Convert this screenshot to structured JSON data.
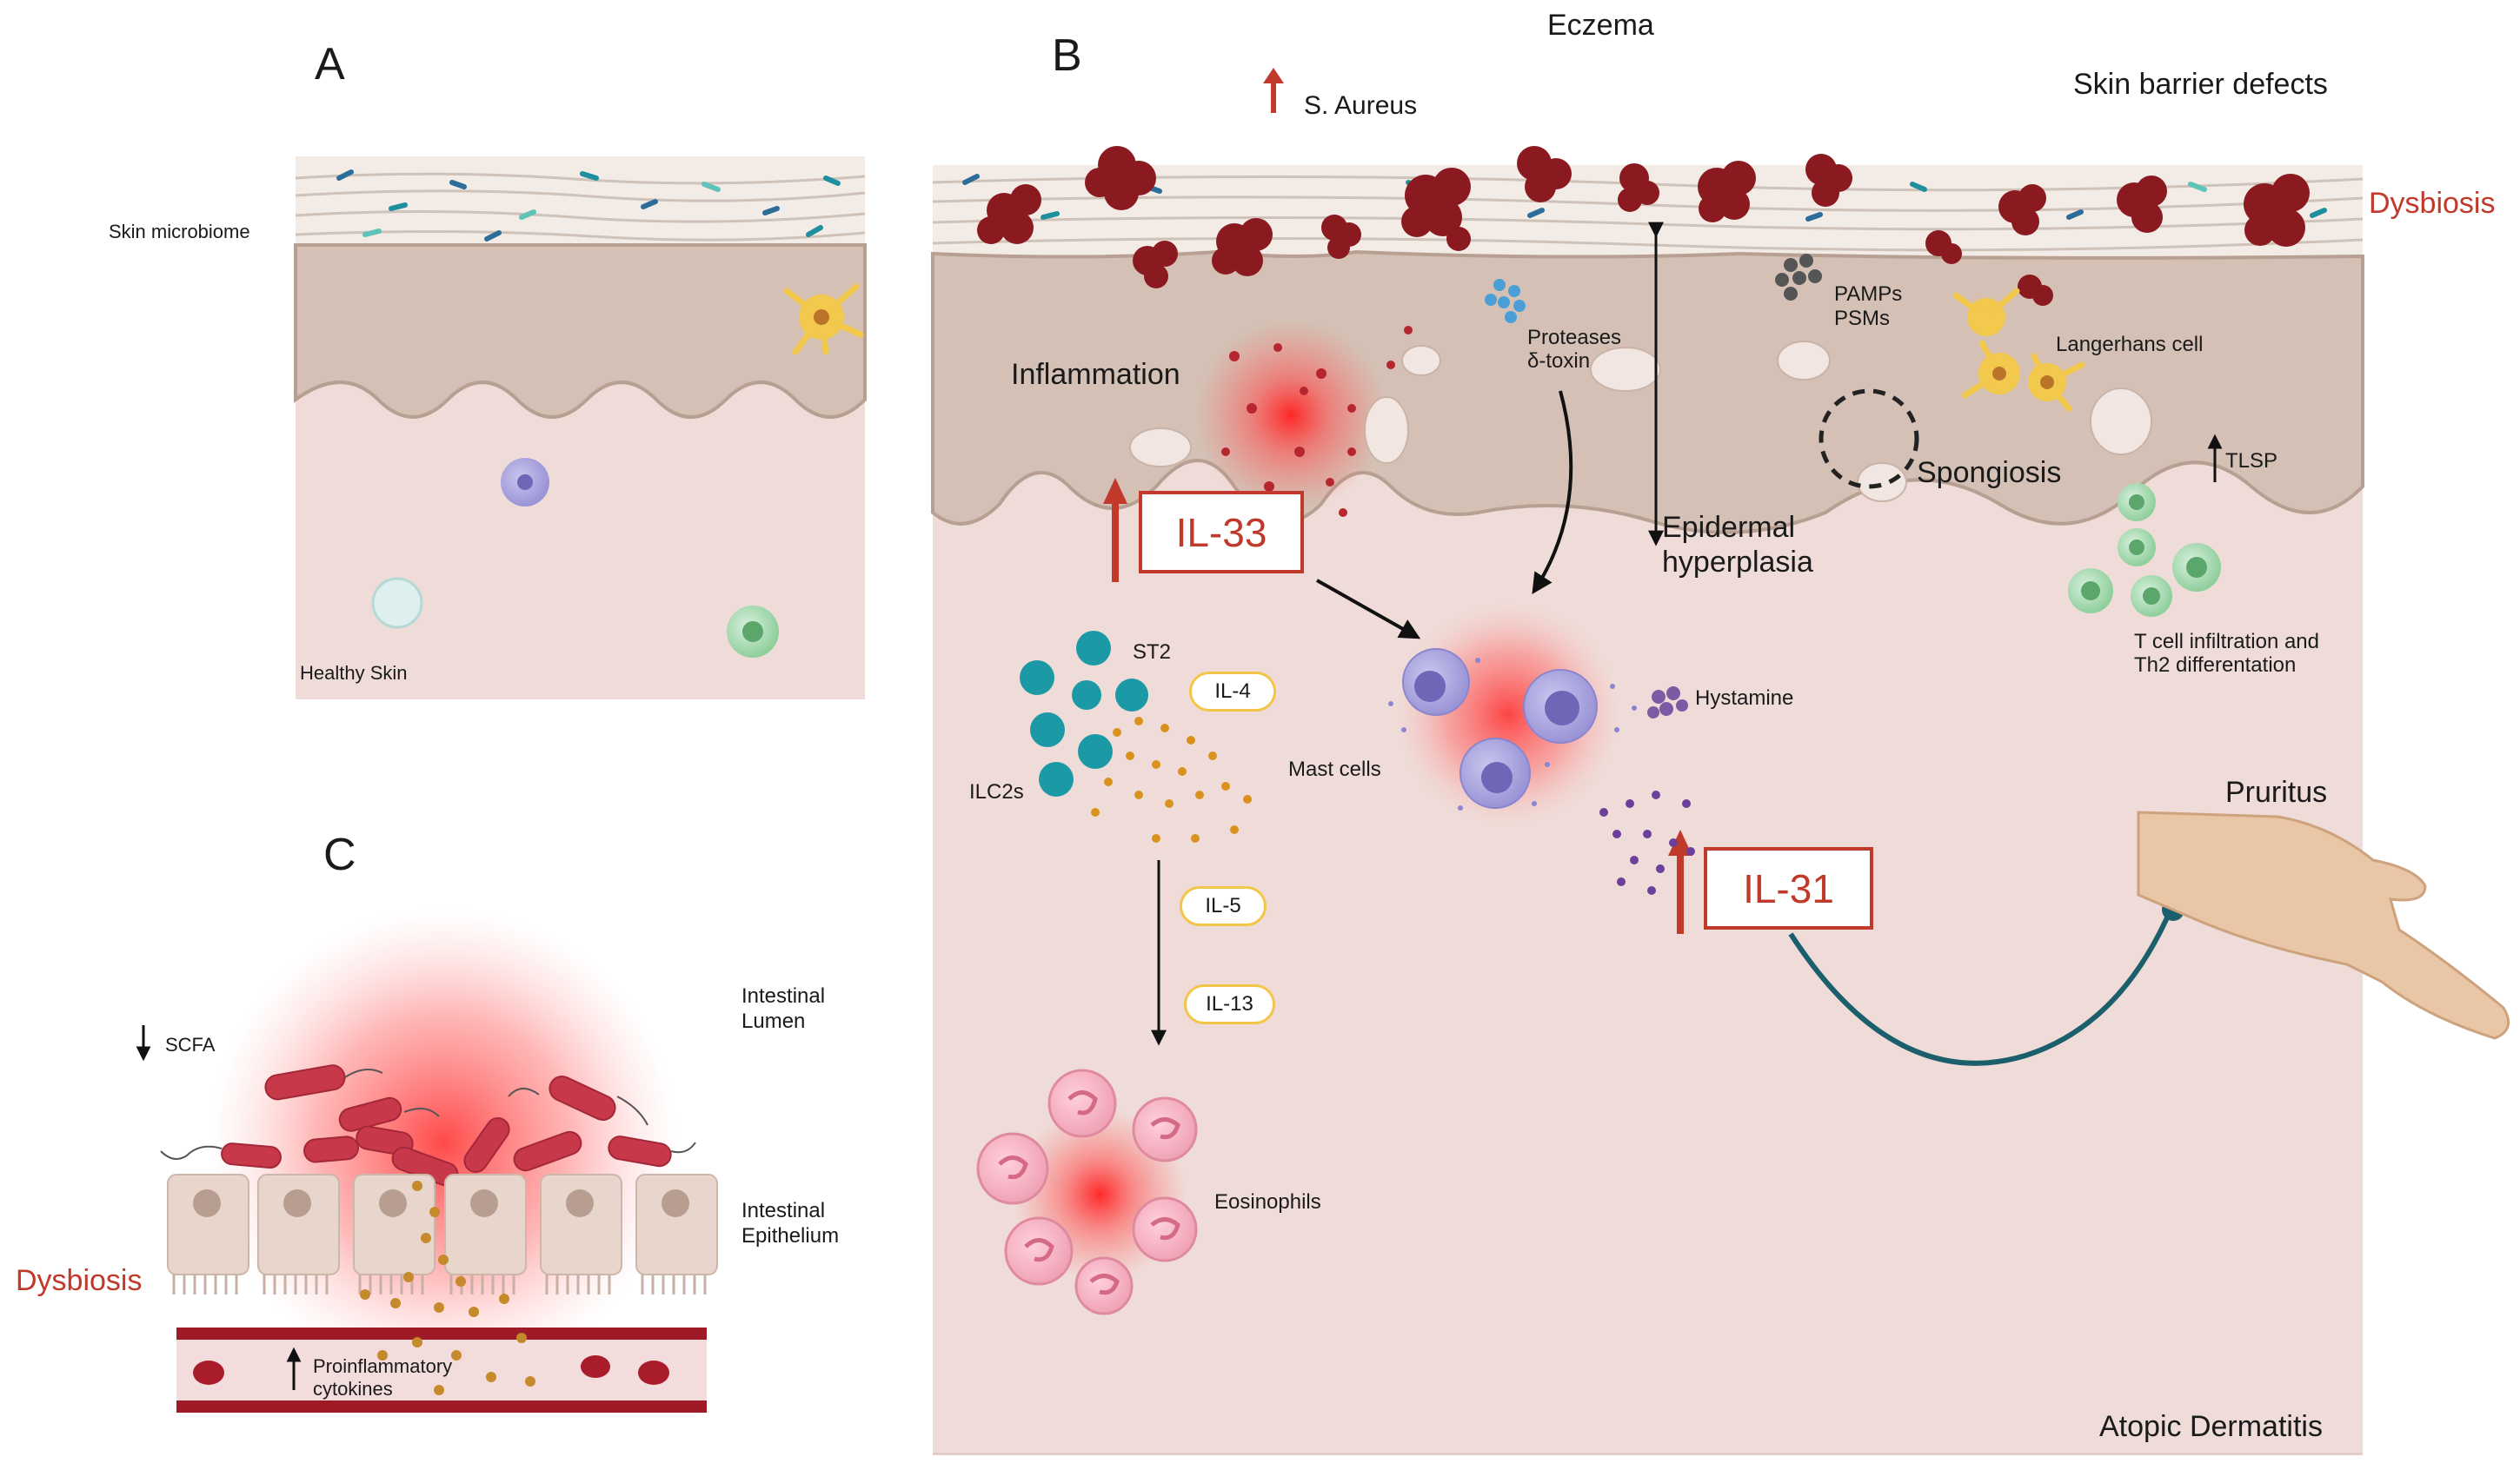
{
  "panels": {
    "a": {
      "letter": "A",
      "skin_microbiome": "Skin microbiome",
      "healthy_skin": "Healthy Skin"
    },
    "b": {
      "letter": "B",
      "eczema": "Eczema",
      "s_aureus": "S. Aureus",
      "skin_barrier_defects": "Skin barrier defects",
      "dysbiosis": "Dysbiosis",
      "pamps": "PAMPs",
      "psms": "PSMs",
      "proteases": "Proteases",
      "delta_toxin": "δ-toxin",
      "langerhans": "Langerhans cell",
      "inflammation": "Inflammation",
      "spongiosis": "Spongiosis",
      "tlsp": "TLSP",
      "il33": "IL-33",
      "epidermal_1": "Epidermal",
      "epidermal_2": "hyperplasia",
      "st2": "ST2",
      "il4": "IL-4",
      "ilc2s": "ILC2s",
      "mast_cells": "Mast cells",
      "hystamine": "Hystamine",
      "tcell_1": "T cell infiltration and",
      "tcell_2": "Th2 differentation",
      "pruritus": "Pruritus",
      "il31": "IL-31",
      "il5": "IL-5",
      "il13": "IL-13",
      "eosinophils": "Eosinophils",
      "atopic_dermatitis": "Atopic Dermatitis"
    },
    "c": {
      "letter": "C",
      "scfa": "SCFA",
      "lumen_1": "Intestinal",
      "lumen_2": "Lumen",
      "epithelium_1": "Intestinal",
      "epithelium_2": "Epithelium",
      "dysbiosis": "Dysbiosis",
      "cytokines_1": "Proinflammatory",
      "cytokines_2": "cytokines"
    }
  },
  "colors": {
    "dysbiosis_red": "#c0392b",
    "skin_pink": "#efdcd8",
    "epidermis": "#d2bdb0",
    "s_aureus_cluster": "#8b1a20",
    "ilc2_teal": "#1b9aa6",
    "il_yellow": "#f2c64b",
    "inflammation_glow": "#ff2d2d",
    "nerve": "#1c5f6c"
  }
}
